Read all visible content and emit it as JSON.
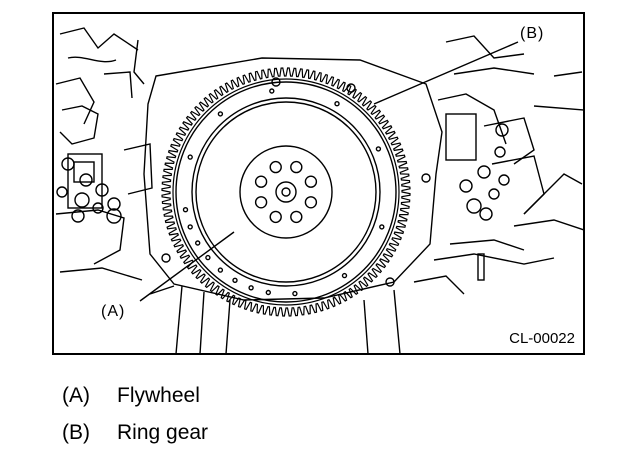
{
  "figure": {
    "code": "CL-00022",
    "callouts": {
      "a": "(A)",
      "b": "(B)"
    }
  },
  "legend": [
    {
      "key": "(A)",
      "label": "Flywheel"
    },
    {
      "key": "(B)",
      "label": "Ring gear"
    }
  ],
  "colors": {
    "line": "#000000",
    "background": "#ffffff"
  }
}
